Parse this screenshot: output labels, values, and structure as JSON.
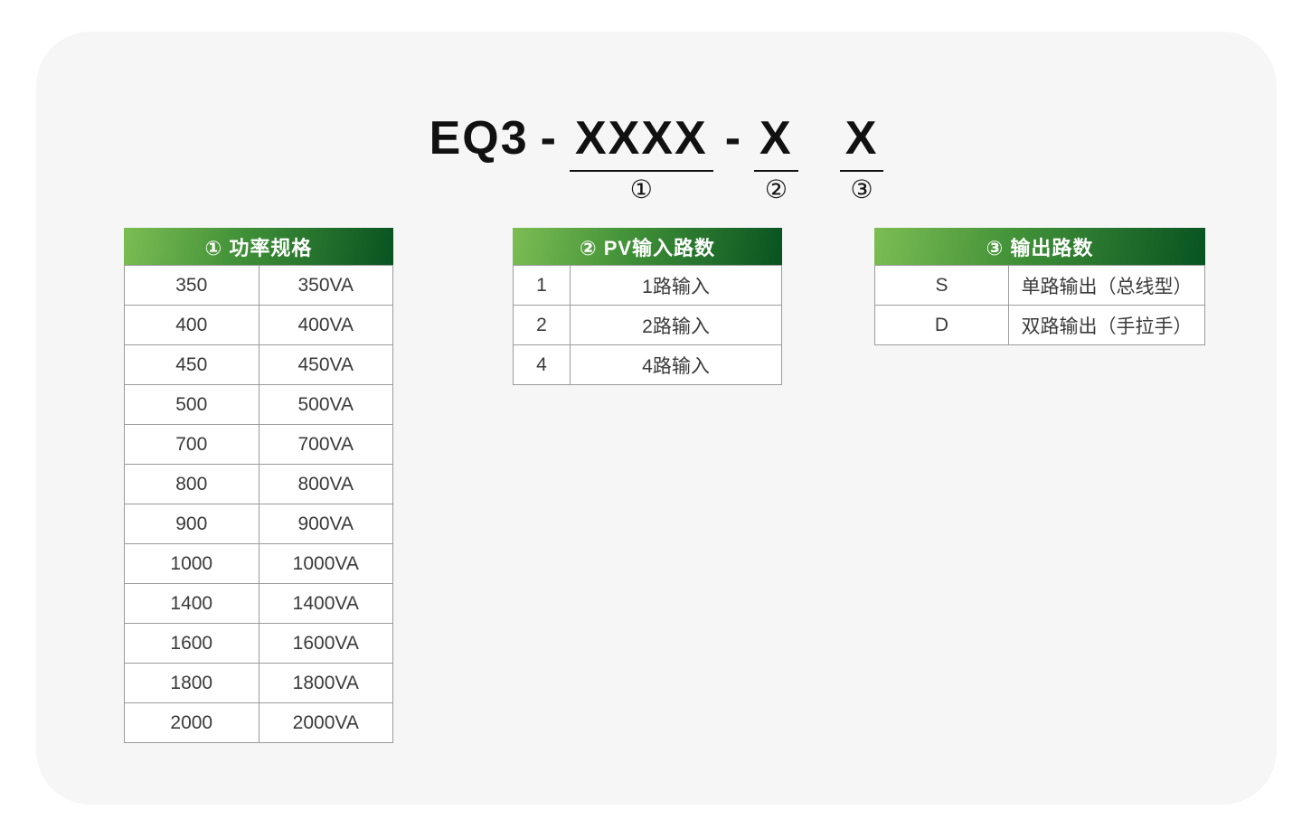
{
  "colors": {
    "page_background": "#ffffff",
    "card_background": "#f6f6f6",
    "header_gradient_start": "#7cbd53",
    "header_gradient_end": "#085321",
    "table_border": "#9b9b9b",
    "title_text": "#111111",
    "cell_text": "#3a3a3a"
  },
  "model_code": {
    "prefix": "EQ3",
    "separator1": "-",
    "separator2": "-",
    "segments": [
      {
        "code": "XXXX",
        "marker": "①"
      },
      {
        "code": "X",
        "marker": "②"
      },
      {
        "code": "X",
        "marker": "③"
      }
    ]
  },
  "tables": [
    {
      "title": "① 功率规格",
      "rows": [
        [
          "350",
          "350VA"
        ],
        [
          "400",
          "400VA"
        ],
        [
          "450",
          "450VA"
        ],
        [
          "500",
          "500VA"
        ],
        [
          "700",
          "700VA"
        ],
        [
          "800",
          "800VA"
        ],
        [
          "900",
          "900VA"
        ],
        [
          "1000",
          "1000VA"
        ],
        [
          "1400",
          "1400VA"
        ],
        [
          "1600",
          "1600VA"
        ],
        [
          "1800",
          "1800VA"
        ],
        [
          "2000",
          "2000VA"
        ]
      ]
    },
    {
      "title": "② PV输入路数",
      "rows": [
        [
          "1",
          "1路输入"
        ],
        [
          "2",
          "2路输入"
        ],
        [
          "4",
          "4路输入"
        ]
      ]
    },
    {
      "title": "③ 输出路数",
      "rows": [
        [
          "S",
          "单路输出（总线型）"
        ],
        [
          "D",
          "双路输出（手拉手）"
        ]
      ]
    }
  ]
}
